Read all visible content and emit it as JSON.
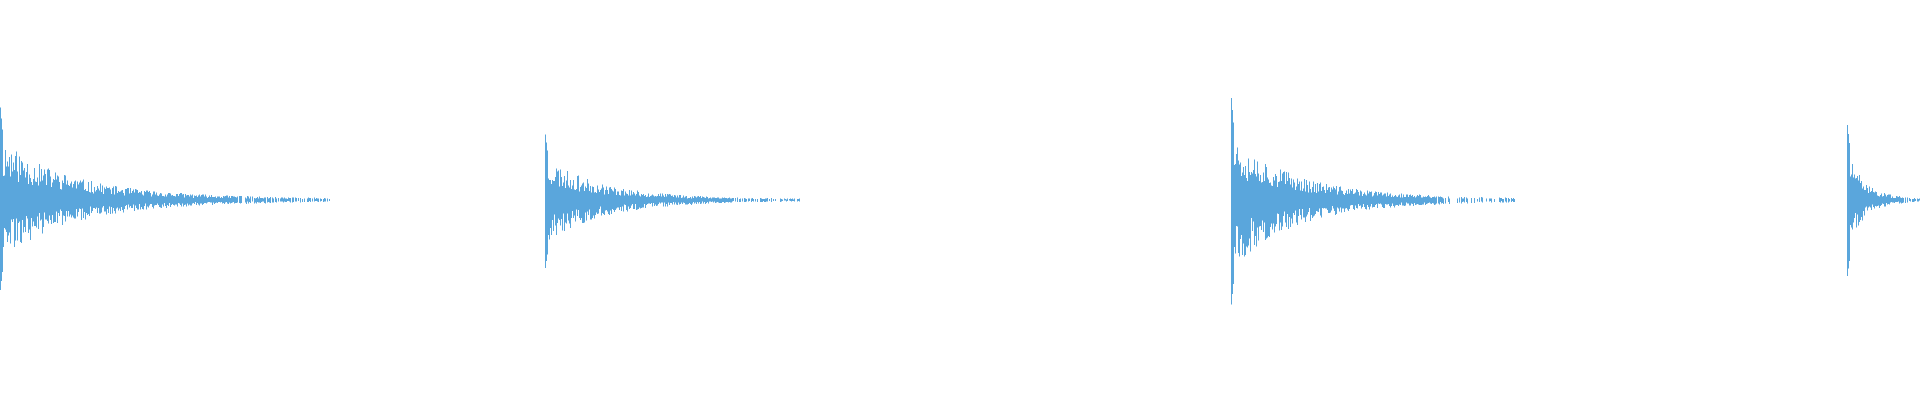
{
  "waveform": {
    "color": "#5aa6dc",
    "background": "#ffffff",
    "hits": [
      {
        "time_fraction": 0.0,
        "peak_up": 0.68,
        "peak_down": 0.66,
        "decay_fraction": 0.172,
        "seed": 11
      },
      {
        "time_fraction": 0.284,
        "peak_up": 0.48,
        "peak_down": 0.5,
        "decay_fraction": 0.133,
        "seed": 23
      },
      {
        "time_fraction": 0.641,
        "peak_up": 0.75,
        "peak_down": 0.77,
        "decay_fraction": 0.148,
        "seed": 37
      },
      {
        "time_fraction": 0.962,
        "peak_up": 0.55,
        "peak_down": 0.56,
        "decay_fraction": 0.04,
        "seed": 51
      }
    ]
  }
}
